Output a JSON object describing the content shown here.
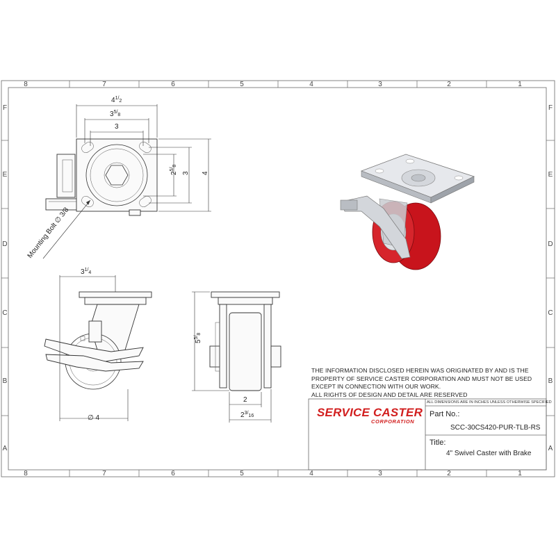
{
  "border_columns": [
    "8",
    "7",
    "6",
    "5",
    "4",
    "3",
    "2",
    "1"
  ],
  "border_rows": [
    "F",
    "E",
    "D",
    "C",
    "B",
    "A"
  ],
  "dimensions": {
    "top_width": "4",
    "top_width_frac_num": "1",
    "top_width_frac_den": "2",
    "top_mid": "3",
    "top_mid_frac_num": "5",
    "top_mid_frac_den": "8",
    "top_inner": "3",
    "right_outer": "4",
    "right_mid": "3",
    "right_inner": "2",
    "right_inner_frac_num": "5",
    "right_inner_frac_den": "8",
    "mounting_bolt": "Mounting Bolt",
    "mounting_bolt_dia": "∅ 3/8",
    "offset": "3",
    "offset_frac_num": "1",
    "offset_frac_den": "4",
    "wheel_dia": "∅ 4",
    "height": "5",
    "height_frac_num": "5",
    "height_frac_den": "8",
    "wheel_width": "2",
    "overall_width": "2",
    "overall_width_frac_num": "3",
    "overall_width_frac_den": "16"
  },
  "notice_lines": [
    "THE INFORMATION DISCLOSED HEREIN WAS ORIGINATED BY AND IS THE",
    "PROPERTY OF SERVICE CASTER CORPORATION AND MUST NOT BE USED",
    "EXCEPT IN CONNECTION WITH OUR WORK.",
    "ALL RIGHTS OF DESIGN AND DETAIL ARE RESERVED"
  ],
  "title_block": {
    "dimensions_note": "ALL DIMENSIONS ARE IN INCHES UNLESS OTHERWISE SPECIFIED",
    "logo_main": "SERVICE CASTER",
    "logo_sub": "CORPORATION",
    "part_no_label": "Part No.:",
    "part_no_value": "SCC-30CS420-PUR-TLB-RS",
    "title_label": "Title:",
    "title_value": "4\" Swivel Caster with Brake"
  },
  "colors": {
    "wheel_red": "#c8141c",
    "ink": "#333333"
  }
}
